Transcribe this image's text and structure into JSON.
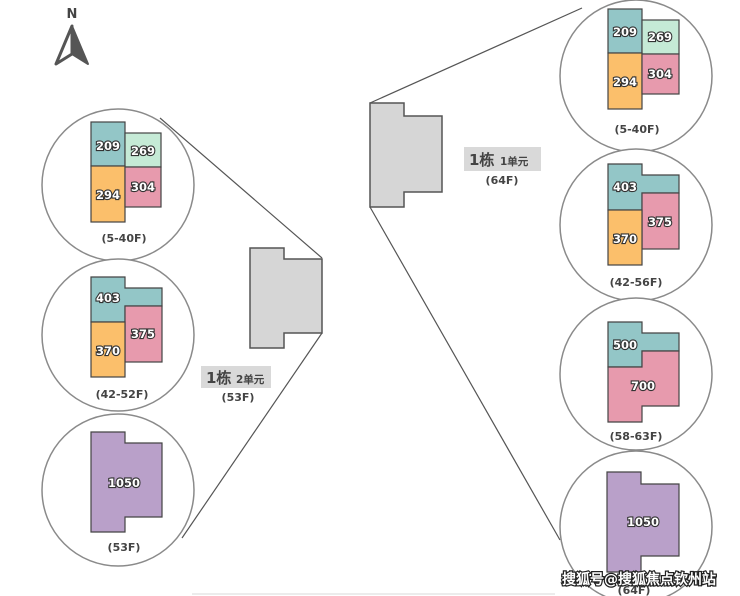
{
  "compass": {
    "label": "N",
    "icon": "north-arrow-icon"
  },
  "colors": {
    "teal": "#93c6c7",
    "mint": "#c5ead6",
    "orange": "#fbbf6b",
    "pink": "#e79aad",
    "purple": "#b9a0c9",
    "building_gray": "#d6d6d6",
    "outline": "#444444",
    "circle_stroke": "#8a8a8a",
    "label_bg": "#d9d9d9"
  },
  "buildings": [
    {
      "id": "unit-2",
      "title": "1栋",
      "unit": "2单元",
      "floors": "(53F)",
      "plans": [
        {
          "floors": "(5-40F)",
          "type": "four",
          "units": [
            "209",
            "269",
            "294",
            "304"
          ]
        },
        {
          "floors": "(42-52F)",
          "type": "three",
          "units": [
            "403",
            "375",
            "370"
          ]
        },
        {
          "floors": "(53F)",
          "type": "one",
          "units": [
            "1050"
          ]
        }
      ]
    },
    {
      "id": "unit-1",
      "title": "1栋",
      "unit": "1单元",
      "floors": "(64F)",
      "plans": [
        {
          "floors": "(5-40F)",
          "type": "four",
          "units": [
            "209",
            "269",
            "294",
            "304"
          ]
        },
        {
          "floors": "(42-56F)",
          "type": "three",
          "units": [
            "403",
            "375",
            "370"
          ]
        },
        {
          "floors": "(58-63F)",
          "type": "two",
          "units": [
            "500",
            "700"
          ]
        },
        {
          "floors": "(64F)",
          "type": "one",
          "units": [
            "1050"
          ]
        }
      ]
    }
  ],
  "watermark": "搜狐号@搜狐焦点钦州站"
}
